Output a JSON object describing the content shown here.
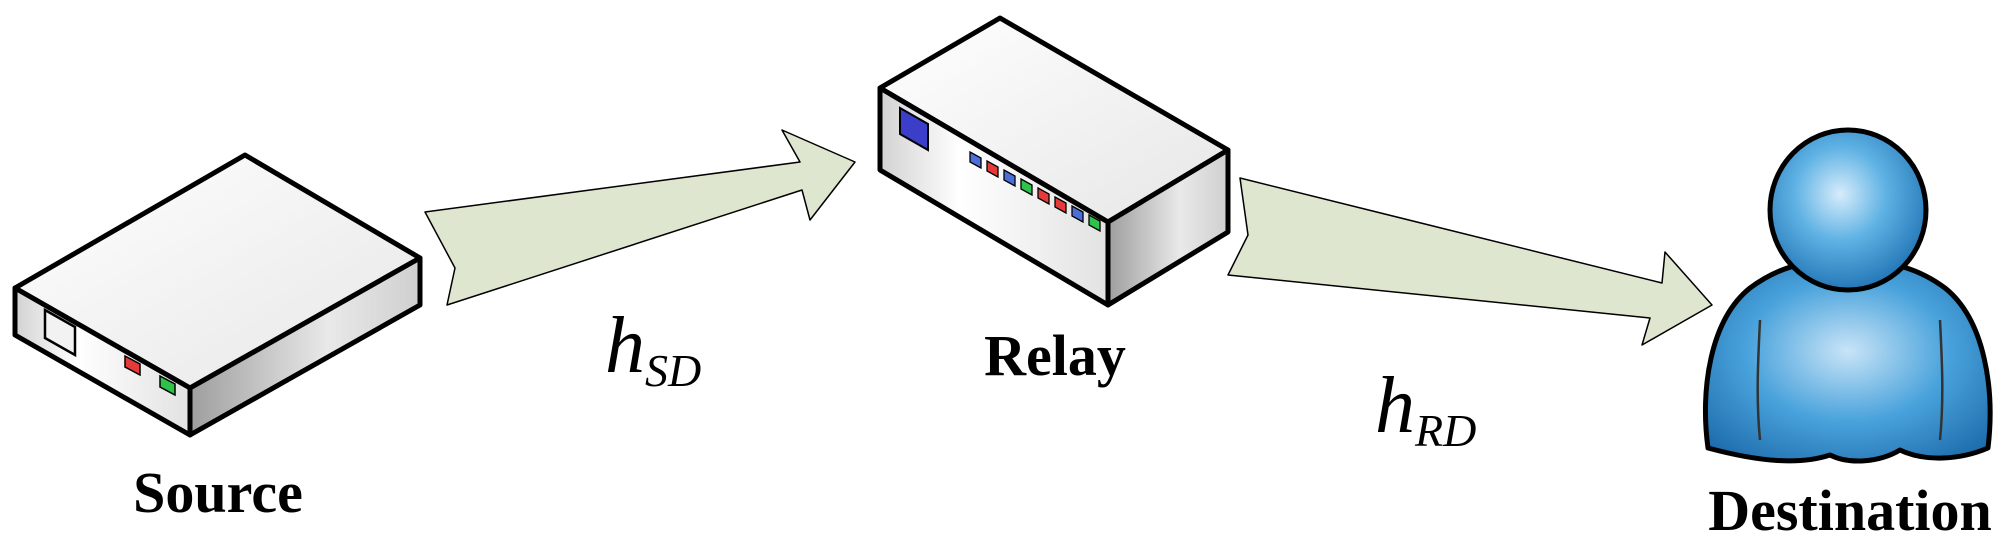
{
  "nodes": {
    "source": {
      "label": "Source",
      "icon": "modem-device-icon"
    },
    "relay": {
      "label": "Relay",
      "icon": "network-switch-icon"
    },
    "destination": {
      "label": "Destination",
      "icon": "user-person-icon"
    }
  },
  "links": {
    "source_to_relay": {
      "symbol": "h",
      "subscript": "SD",
      "icon": "wide-arrow-icon"
    },
    "relay_to_destination": {
      "symbol": "h",
      "subscript": "RD",
      "icon": "wide-arrow-icon"
    }
  },
  "colors": {
    "arrow_fill": "#dfe6cf",
    "device_top": "#ffffff",
    "device_side": "#c8c8c8",
    "person_blue": "#2f8fcf",
    "led_red": "#e53a3a",
    "led_green": "#2ec24a",
    "led_blue": "#4a6fd8",
    "relay_panel": "#3a3ec8"
  }
}
